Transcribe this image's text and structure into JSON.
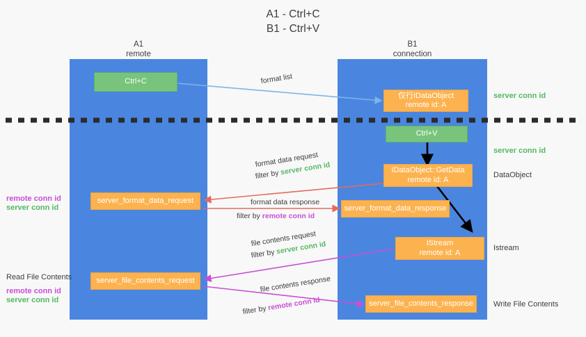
{
  "title": {
    "line1": "A1 - Ctrl+C",
    "line2": "B1 - Ctrl+V"
  },
  "lanes": [
    {
      "name": "A1",
      "sub": "remote",
      "color": "#4a86e0"
    },
    {
      "name": "B1",
      "sub": "connection",
      "color": "#4a86e0"
    }
  ],
  "colors": {
    "lane": "#4a86e0",
    "green_box": "#78c47c",
    "orange_box": "#fcb24f",
    "server_conn_id": "#53b963",
    "remote_conn_id": "#c74fd6",
    "blue_arrow": "#7fb2e8",
    "red_arrow": "#e8685d",
    "magenta_arrow": "#c74fd6",
    "black_arrow": "#000000",
    "background": "#f8f8f8"
  },
  "boxes": {
    "ctrl_c": {
      "line1": "Ctrl+C"
    },
    "ctrl_v": {
      "line1": "Ctrl+V"
    },
    "idataobject": {
      "line1": "仅行IDataObject",
      "line2": "remote id: A"
    },
    "idataobject_getdata": {
      "line1": "IDataObject::GetData",
      "line2": "remote id: A"
    },
    "istream": {
      "line1": "IStream",
      "line2": "remote id: A"
    },
    "server_format_data_request": {
      "line1": "server_format_data_request"
    },
    "server_format_data_response": {
      "line1": "server_format_data_response"
    },
    "server_file_contents_request": {
      "line1": "server_file_contents_request"
    },
    "server_file_contents_response": {
      "line1": "server_file_contents_response"
    }
  },
  "right_labels": {
    "server_conn_id_1": "server conn id",
    "server_conn_id_2": "server conn id",
    "dataobject": "DataObject",
    "istream": "Istream",
    "write_file_contents": "Write File Contents"
  },
  "left_labels": {
    "remote_conn_id_1": "remote conn id",
    "server_conn_id_1": "server conn id",
    "read_file_contents": "Read File Contents",
    "remote_conn_id_2": "remote conn id",
    "server_conn_id_2": "server conn id"
  },
  "edge_labels": {
    "format_list": "format list",
    "format_data_request": "format data request",
    "format_data_request_filter_prefix": "filter by ",
    "format_data_request_filter_value": "server conn id",
    "format_data_response": "format data response",
    "format_data_response_filter_prefix": "filter by ",
    "format_data_response_filter_value": "remote conn id",
    "file_contents_request": "file contents request",
    "file_contents_request_filter_prefix": "filter by ",
    "file_contents_request_filter_value": "server conn id",
    "file_contents_response": "file contents response",
    "file_contents_response_filter_prefix": "filter by ",
    "file_contents_response_filter_value": "remote conn id"
  }
}
